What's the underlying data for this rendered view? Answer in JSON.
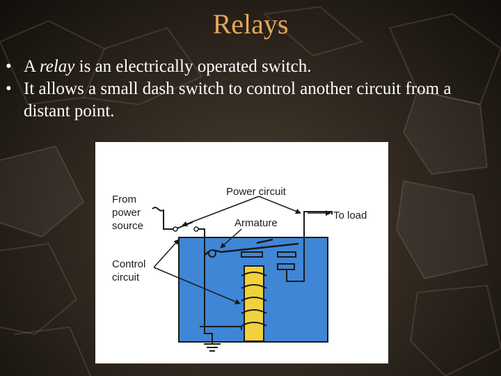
{
  "slide": {
    "title": "Relays",
    "bullets": [
      {
        "marker": "•",
        "prefix": "A ",
        "emphasis": "relay",
        "suffix": " is an electrically operated switch."
      },
      {
        "marker": "•",
        "text": "It allows a small dash switch to control another circuit from a distant point."
      }
    ]
  },
  "diagram": {
    "labels": {
      "from_power_source": [
        "From",
        "power",
        "source"
      ],
      "power_circuit": "Power circuit",
      "to_load": "To load",
      "armature": "Armature",
      "control_circuit": [
        "Control",
        "circuit"
      ]
    },
    "colors": {
      "housing": "#3f86d6",
      "coil": "#f0d23c",
      "wire": "#1a1a1a",
      "background_text": "#e6a75a"
    }
  }
}
